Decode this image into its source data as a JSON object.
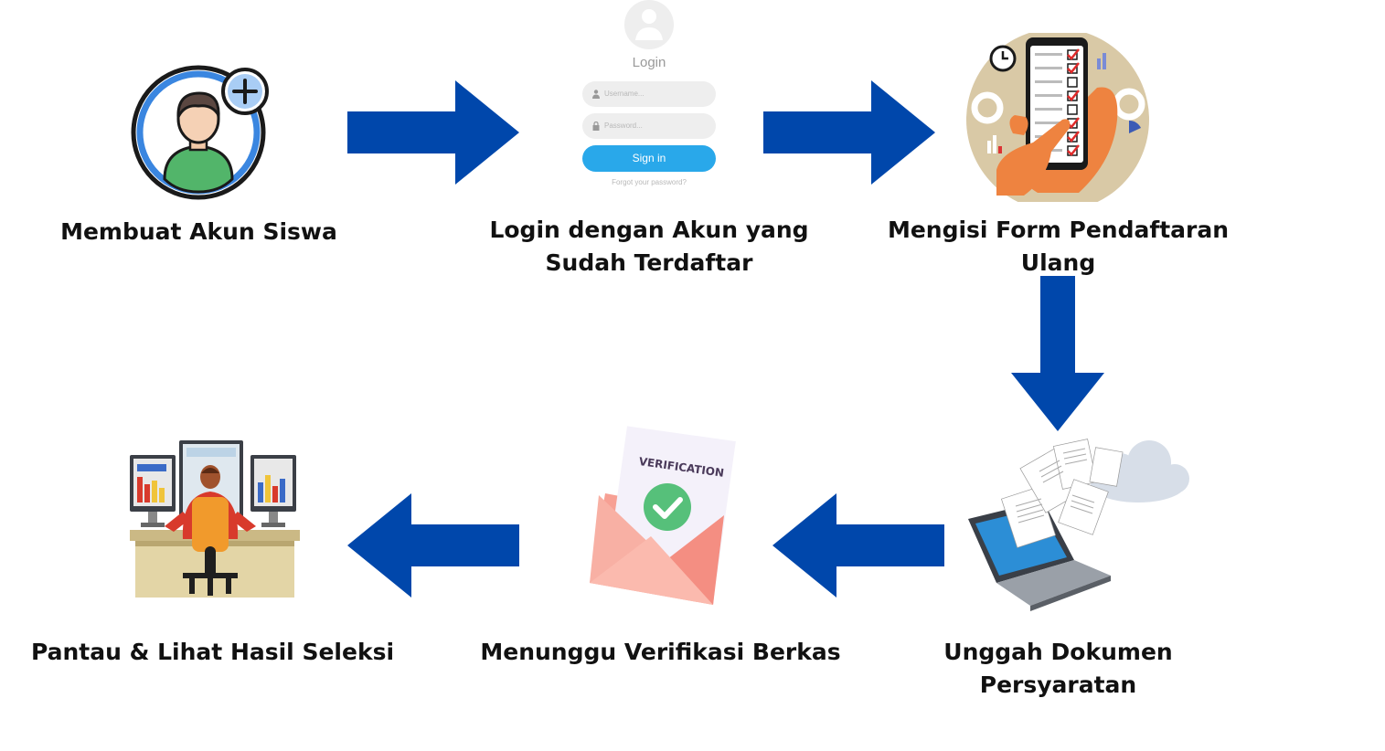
{
  "steps": [
    {
      "label": "Membuat Akun  Siswa",
      "icon": "add-user-icon"
    },
    {
      "label": "Login dengan Akun yang\nSudah Terdaftar",
      "icon": "login-form-icon"
    },
    {
      "label": "Mengisi Form Pendaftaran\nUlang",
      "icon": "form-checklist-icon"
    },
    {
      "label": "Unggah Dokumen\nPersyaratan",
      "icon": "laptop-cloud-upload-icon"
    },
    {
      "label": "Menunggu Verifikasi Berkas",
      "icon": "verification-envelope-icon"
    },
    {
      "label": "Pantau & Lihat Hasil Seleksi",
      "icon": "monitoring-desk-icon"
    }
  ],
  "login_form": {
    "title": "Login",
    "username_placeholder": "Username...",
    "password_placeholder": "Password...",
    "sign_in_label": "Sign in",
    "forgot_label": "Forgot your password?"
  },
  "verification_card_text": "VERIFICATION",
  "colors": {
    "arrow": "#0047ab",
    "text": "#111111",
    "login_button": "#29a8ea"
  }
}
